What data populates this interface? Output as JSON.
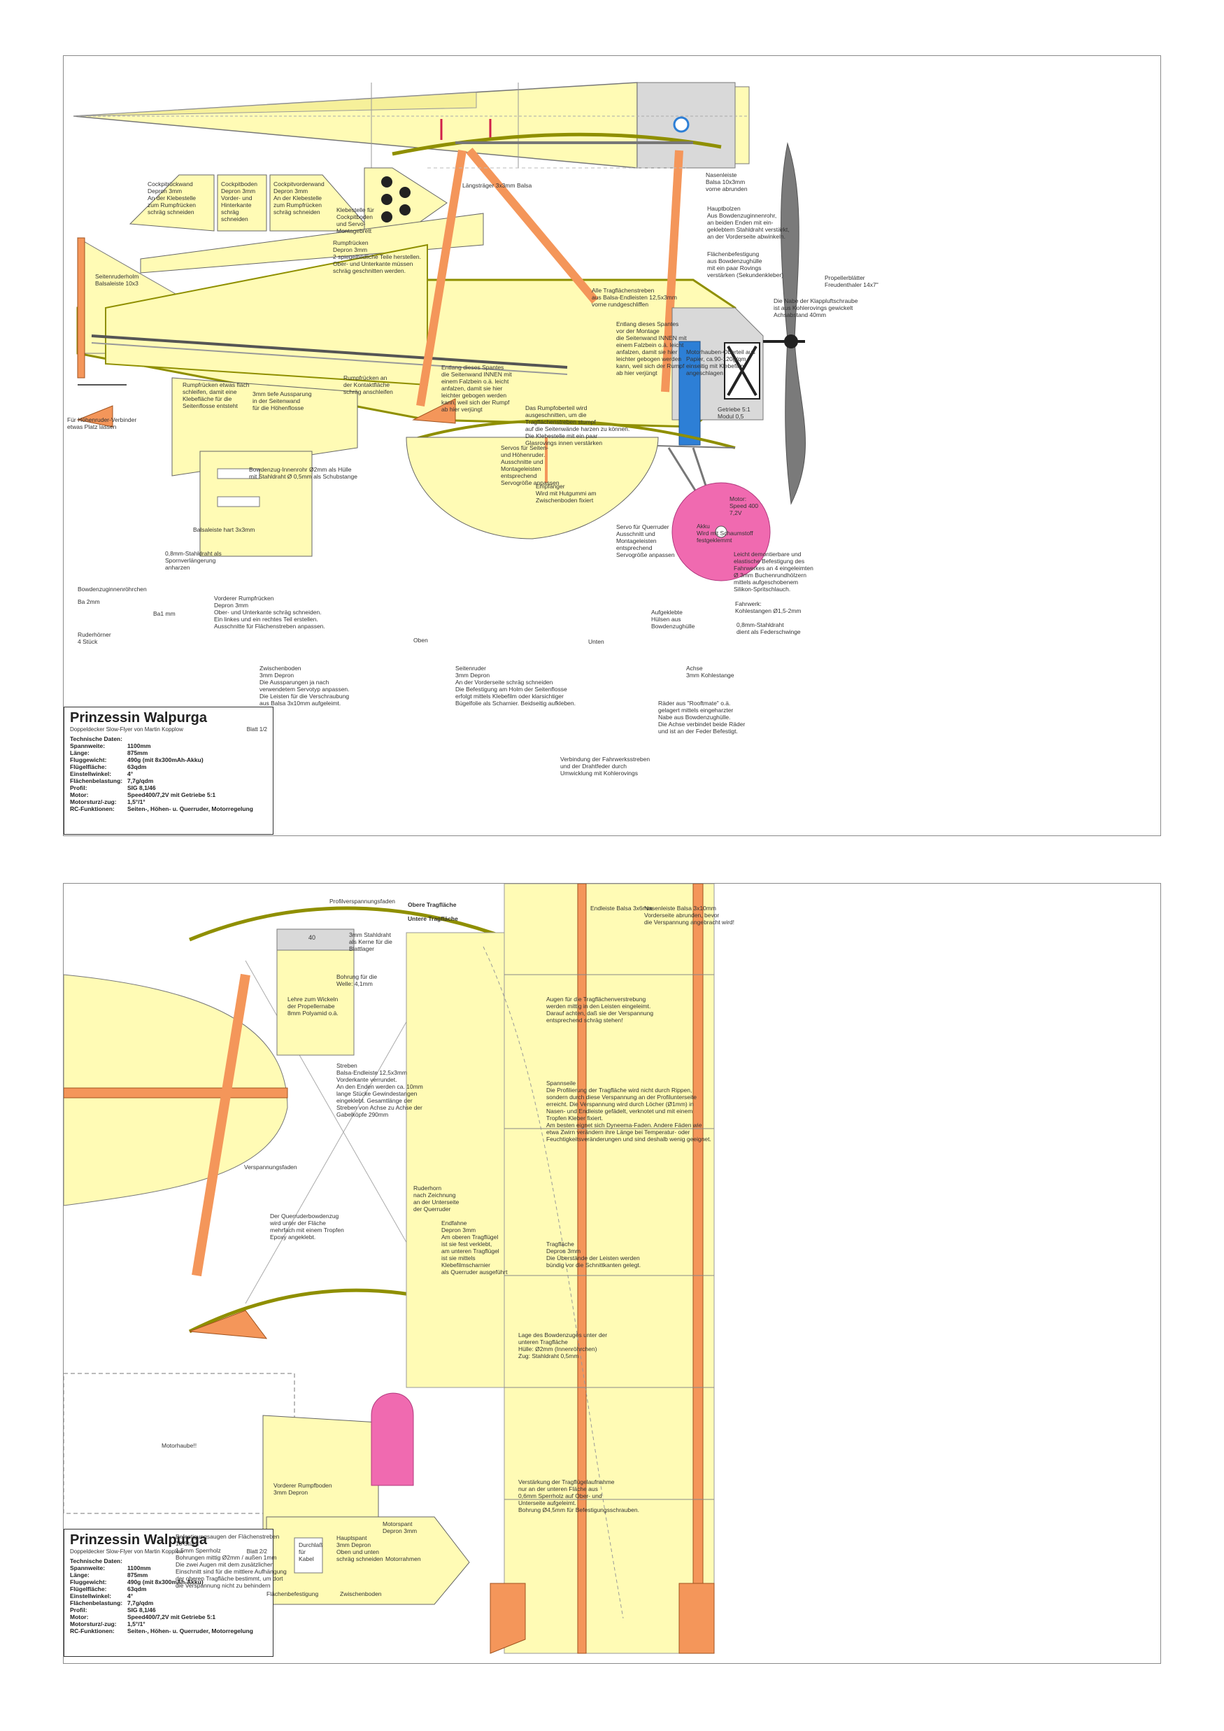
{
  "sheet1": {
    "title": "Prinzessin Walpurga",
    "subtitle": "Doppeldecker Slow-Flyer von Martin Kopplow",
    "sheet_no": "Blatt 1/2",
    "specs_heading": "Technische Daten:",
    "specs": [
      {
        "k": "Spannweite:",
        "v": "1100mm"
      },
      {
        "k": "Länge:",
        "v": "875mm"
      },
      {
        "k": "Fluggewicht:",
        "v": "490g (mit 8x300mAh-Akku)"
      },
      {
        "k": "Flügelfläche:",
        "v": "63qdm"
      },
      {
        "k": "Einstellwinkel:",
        "v": "4°"
      },
      {
        "k": "Flächenbelastung:",
        "v": "7,7g/qdm"
      },
      {
        "k": "Profil:",
        "v": "SIG 8,1/46"
      },
      {
        "k": "Motor:",
        "v": "Speed400/7,2V mit Getriebe 5:1"
      },
      {
        "k": "Motorsturz/-zug:",
        "v": "1,5°/1°"
      },
      {
        "k": "RC-Funktionen:",
        "v": "Seiten-, Höhen- u. Querruder, Motorregelung"
      }
    ],
    "labels": {
      "cockpitrueckwand": "Cockpitrückwand\nDepron 3mm\nAn der Klebestelle\nzum Rumpfrücken\nschräg schneiden",
      "cockpitboden": "Cockpitboden\nDepron 3mm\nVorder- und\nHinterkante\nschräg\nschneiden",
      "cockpitvorderwand": "Cockpitvorderwand\nDepron 3mm\nAn der Klebestelle\nzum Rumpfrücken\nschräg schneiden",
      "klebestelle": "Klebestelle für\nCockpitboden\nund Servo-\nMontagebrett",
      "rumpfruecken": "Rumpfrücken\nDepron 3mm\n2 spiegelbildliche Teile herstellen.\nOber- und Unterkante müssen\nschräg geschnitten werden.",
      "seitenruderholm": "Seitenruderholm\nBalsaleiste 10x3",
      "laengstraeger": "Längsträger 3x3mm Balsa",
      "nasenleiste": "Nasenleiste\nBalsa 10x3mm\nvorne abrunden",
      "hauptbolzen": "Hauptbolzen\nAus Bowdenzuginnenrohr,\nan beiden Enden mit ein-\ngeklebtem Stahldraht verstärkt,\nan der Vorderseite abwinkeln.",
      "flaechenbefestigung": "Flächenbefestigung\naus Bowdenzughülle\nmit ein paar Rovings\nverstärken (Sekundenkleber)",
      "propellerblaetter": "Propellerblätter\nFreudenthaler 14x7\"",
      "nabe": "Die Nabe der Klappluftschraube\nist aus Kohlerovings gewickelt\nAchsabstand 40mm",
      "streben": "Alle Tragflächenstreben\naus Balsa-Endleisten 12,5x3mm\nvorne rundgeschliffen",
      "spante": "Entlang dieses Spantes\nvor der Montage\ndie Seitenwand INNEN mit\neinem Falzbein o.ä. leicht\nanfalzen, damit sie hier\nleichter gebogen werden\nkann, weil sich der Rumpf\nab hier verjüngt",
      "spante2": "Entlang dieses Spantes\ndie Seitenwand INNEN mit\neinem Falzbein o.ä. leicht\nanfalzen, damit sie hier\nleichter gebogen werden\nkann, weil sich der Rumpf\nab hier verjüngt",
      "motorhaube": "Motorhauben-Oberteil aus\nPapier, ca.90-120g/qm\neinseitig mit Klebefilm\nangeschlagen",
      "getriebe": "Getriebe 5:1\nModul 0,5",
      "motor": "Motor:\nSpeed 400\n7,2V",
      "akku": "Akku\nWird mit Schaumstoff\nfestgeklemmt",
      "rumpfruecken_schleifen": "Rumpfrücken etwas flach\nschleifen, damit eine\nKlebefläche für die\nSeitenflosse entsteht",
      "aussparung": "3mm tiefe Aussparung\nin der Seitenwand\nfür die Höhenflosse",
      "rumpfruecken_kontakt": "Rumpfrücken an\nder Kontaktfläche\nschräg anschleifen",
      "hoehenruder_verbinder": "Für Höhenruder-Verbinder\netwas Platz lassen",
      "rumpfoberteil": "Das Rumpfoberteil wird\nausgeschnitten, um die\nTragflächenstreben stumpf\nauf die Seitenwände harzen zu können.\nDie Klebestelle mit ein paar\nGlasrovings innen verstärken",
      "servos": "Servos für Seiten-\nund Höhenruder.\nAusschnitte und\nMontageleisten\nentsprechend\nServogröße anpassen",
      "empfaenger": "Empfänger\nWird mit Hutgummi am\nZwischenboden fixiert",
      "bowdenzug": "Bowdenzug-Innenrohr Ø2mm als Hülle\nmit Stahldraht Ø 0,5mm als Schubstange",
      "balsaleiste": "Balsaleiste hart 3x3mm",
      "stahldraht": "0,8mm-Stahldraht als\nSpornverlängerung\nanharzen",
      "bowdenzugrohr": "Bowdenzuginnenröhrchen",
      "ba2": "Ba 2mm",
      "ba1": "Ba1 mm",
      "ruderhoerner": "Ruderhörner\n4 Stück",
      "servo_querruder": "Servo für Querruder\nAusschnitt und\nMontageleisten\nentsprechend\nServogröße anpassen",
      "vorderer_rumpfruecken": "Vorderer Rumpfrücken\nDepron 3mm\nOber- und Unterkante schräg schneiden.\nEin linkes und ein rechtes Teil erstellen.\nAusschnitte für Flächenstreben anpassen.",
      "zwischenboden": "Zwischenboden\n3mm Depron\nDie Aussparungen ja nach\nverwendetem Servotyp anpassen.\nDie Leisten für die Verschraubung\naus Balsa 3x10mm aufgeleimt.",
      "seitenruder": "Seitenruder\n3mm Depron\nAn der Vorderseite schräg schneiden\nDie Befestigung am Holm der Seitenflosse\nerfolgt mittels Klebefilm oder klarsichtiger\nBügelfolie als Scharnier. Beidseitig aufkleben.",
      "oben": "Oben",
      "unten": "Unten",
      "leicht_demontierbar": "Leicht demontierbare und\nelastische Befestigung des\nFahrwerkes an 4 eingeleimten\nØ 3mm Buchenrundhölzern\nmittels aufgeschobenem\nSilikon-Spritschlauch.",
      "fahrwerk": "Fahrwerk:\nKohlestangen Ø1,5-2mm",
      "aufgeklebte": "Aufgeklebte\nHülsen aus\nBowdenzughülle",
      "federschwinge": "0,8mm-Stahldraht\ndient als Federschwinge",
      "achse": "Achse\n3mm Kohlestange",
      "raeder": "Räder aus \"Rooftmate\" o.ä.\ngelagert mittels eingeharzter\nNabe aus Bowdenzughülle.\nDie Achse verbindet beide Räder\nund ist an der Feder Befestigt.",
      "verbindung": "Verbindung der Fahrwerksstreben\nund der Drahtfeder durch\nUmwicklung mit Kohlerovings"
    }
  },
  "sheet2": {
    "title": "Prinzessin Walpurga",
    "subtitle": "Doppeldecker Slow-Flyer von Martin Kopplow",
    "sheet_no": "Blatt 2/2",
    "specs_heading": "Technische Daten:",
    "specs": [
      {
        "k": "Spannweite:",
        "v": "1100mm"
      },
      {
        "k": "Länge:",
        "v": "875mm"
      },
      {
        "k": "Fluggewicht:",
        "v": "490g (mit 8x300mAh-Akku)"
      },
      {
        "k": "Flügelfläche:",
        "v": "63qdm"
      },
      {
        "k": "Einstellwinkel:",
        "v": "4°"
      },
      {
        "k": "Flächenbelastung:",
        "v": "7,7g/qdm"
      },
      {
        "k": "Profil:",
        "v": "SIG 8,1/46"
      },
      {
        "k": "Motor:",
        "v": "Speed400/7,2V mit Getriebe 5:1"
      },
      {
        "k": "Motorsturz/-zug:",
        "v": "1,5°/1°"
      },
      {
        "k": "RC-Funktionen:",
        "v": "Seiten-, Höhen- u. Querruder, Motorregelung"
      }
    ],
    "labels": {
      "profilverspannung": "Profilverspannungsfaden",
      "stahldraht": "3mm Stahldraht\nals Kerne für die\nBlattlager",
      "bohrung": "Bohrung für die\nWelle: 4,1mm",
      "lehre": "Lehre zum Wickeln\nder Propellernabe\n8mm Polyamid o.ä.",
      "gauge_40": "40",
      "streben": "Streben\nBalsa-Endleiste 12,5x3mm\nVorderkante verrundet.\nAn den Enden werden ca. 10mm\nlange Stücke Gewindestangen\neingeklebt. Gesamtlänge der\nStreben von Achse zu Achse der\nGabelköpfe 290mm",
      "verspannungsfaden": "Verspannungsfaden",
      "querruderbowdenzug": "Der Querruderbowdenzug\nwird unter der Fläche\nmehrfach mit einem Tropfen\nEpoxy angeklebt.",
      "motorhaube": "Motorhaube!!",
      "vorderer_rumpfboden": "Vorderer Rumpfboden\n3mm Depron",
      "motorspant": "Motorspant\nDepron 3mm",
      "befestigungsaugen": "Befestigungsaugen der Flächenstreben\n10 Stück\n1,5mm Sperrholz\nBohrungen mittig Ø2mm / außen 1mm\nDie zwei Augen mit dem zusätzlichen\nEinschnitt sind für die mittlere Aufhängung\nder oberen Tragfläche bestimmt, um dort\ndie Verspannung nicht zu behindern",
      "durchlass": "Durchlaß\nfür\nKabel",
      "hauptspant": "Hauptspant\n3mm Depron\nOben und unten\nschräg schneiden",
      "motorrahmen": "Motorrahmen",
      "flaechenbefestigung": "Flächenbefestigung",
      "zwischenboden": "Zwischenboden",
      "obere_tragflaeche": "Obere Tragfläche",
      "untere_tragflaeche": "Untere Tragfläche",
      "endleiste": "Endleiste Balsa 3x6mm",
      "nasenleiste": "Nasenleiste Balsa 3x10mm\nVorderseite abrunden, bevor\ndie Verspannung angebracht wird!",
      "augen": "Augen für die Tragflächenverstrebung\nwerden mittig in den Leisten eingeleimt.\nDarauf achten, daß sie der Verspannung\nentsprechend schräg stehen!",
      "spannseile": "Spannseile\nDie Profilierung der Tragfläche wird nicht durch Rippen,\nsondern durch diese Verspannung an der Profilunterseite\nerreicht. Die Verspannung wird durch Löcher (Ø1mm) in\nNasen- und Endleiste gefädelt, verknotet und mit einem\nTropfen Kleber fixiert.\nAm besten eignet sich Dyneema-Faden. Andere Fäden wie\netwa Zwirn verändern ihre Länge bei Temperatur- oder\nFeuchtigkeitsveränderungen und sind deshalb wenig geeignet.",
      "ruderhorn": "Ruderhorn\nnach Zeichnung\nan der Unterseite\nder Querruder",
      "endfahne": "Endfahne\nDepron 3mm\nAm oberen Tragflügel\nist sie fest verklebt,\nam unteren Tragflügel\nist sie mittels\nKlebefilmscharnier\nals Querruder ausgeführt",
      "tragflaeche": "Tragfläche\nDepron 3mm\nDie Überstände der Leisten werden\nbündig vor die Schnittkanten gelegt.",
      "bowdenzug_lage": "Lage des Bowdenzuges unter der\nunteren Tragfläche\nHülle: Ø2mm (Innenröhrchen)\nZug: Stahldraht 0,5mm",
      "verstaerkung": "Verstärkung der Tragflügelaufnahme\nnur an der unteren Fläche aus\n0,6mm Sperrholz auf Ober- und\nUnterseite aufgeleimt.\nBohrung Ø4,5mm für Befestigungsschrauben."
    }
  },
  "colors": {
    "depron": "#fffbb5",
    "balsa": "#f4965a",
    "outline": "#555555",
    "wire": "#8f8f00",
    "wheel": "#f06ab0",
    "battery": "#2d7fd6",
    "motor_mount": "#d9d9d9",
    "propeller": "#7a7a7a"
  }
}
